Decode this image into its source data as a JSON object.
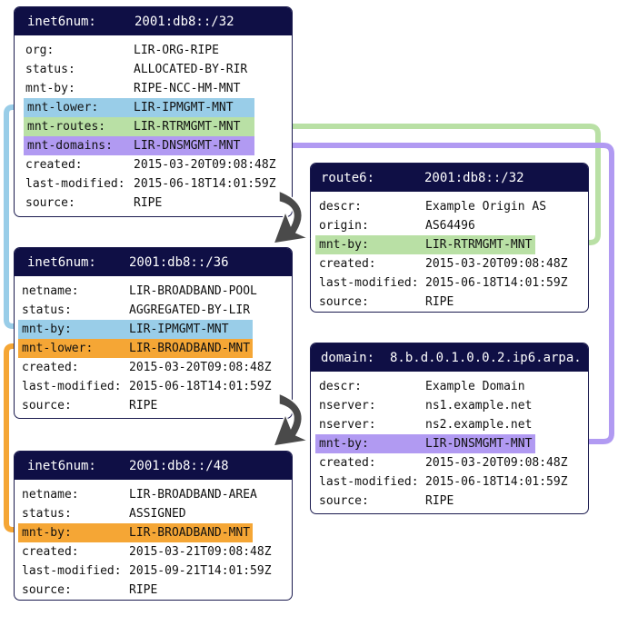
{
  "colors": {
    "header_bg": "#0f0f45",
    "blue": "#99cde8",
    "green": "#b9e0a5",
    "purple": "#b19af2",
    "orange": "#f5a635",
    "arrow": "#4a4a4a"
  },
  "objects": [
    {
      "type": "inet6num:",
      "value": "2001:db8::/32",
      "rows": [
        {
          "key": "org:",
          "value": "LIR-ORG-RIPE"
        },
        {
          "key": "status:",
          "value": "ALLOCATED-BY-RIR"
        },
        {
          "key": "mnt-by:",
          "value": "RIPE-NCC-HM-MNT"
        },
        {
          "key": "mnt-lower:",
          "value": "LIR-IPMGMT-MNT",
          "highlight": "blue"
        },
        {
          "key": "mnt-routes:",
          "value": "LIR-RTRMGMT-MNT",
          "highlight": "green"
        },
        {
          "key": "mnt-domains:",
          "value": "LIR-DNSMGMT-MNT",
          "highlight": "purple"
        },
        {
          "key": "created:",
          "value": "2015-03-20T09:08:48Z"
        },
        {
          "key": "last-modified:",
          "value": "2015-06-18T14:01:59Z"
        },
        {
          "key": "source:",
          "value": "RIPE"
        }
      ]
    },
    {
      "type": "inet6num:",
      "value": "2001:db8::/36",
      "rows": [
        {
          "key": "netname:",
          "value": "LIR-BROADBAND-POOL"
        },
        {
          "key": "status:",
          "value": "AGGREGATED-BY-LIR"
        },
        {
          "key": "mnt-by:",
          "value": "LIR-IPMGMT-MNT",
          "highlight": "blue"
        },
        {
          "key": "mnt-lower:",
          "value": "LIR-BROADBAND-MNT",
          "highlight": "orange"
        },
        {
          "key": "created:",
          "value": "2015-03-20T09:08:48Z"
        },
        {
          "key": "last-modified:",
          "value": "2015-06-18T14:01:59Z"
        },
        {
          "key": "source:",
          "value": "RIPE"
        }
      ]
    },
    {
      "type": "inet6num:",
      "value": "2001:db8::/48",
      "rows": [
        {
          "key": "netname:",
          "value": "LIR-BROADBAND-AREA"
        },
        {
          "key": "status:",
          "value": "ASSIGNED"
        },
        {
          "key": "mnt-by:",
          "value": "LIR-BROADBAND-MNT",
          "highlight": "orange"
        },
        {
          "key": "created:",
          "value": "2015-03-21T09:08:48Z"
        },
        {
          "key": "last-modified:",
          "value": "2015-09-21T14:01:59Z"
        },
        {
          "key": "source:",
          "value": "RIPE"
        }
      ]
    },
    {
      "type": "route6:",
      "value": "2001:db8::/32",
      "rows": [
        {
          "key": "descr:",
          "value": "Example Origin AS"
        },
        {
          "key": "origin:",
          "value": "AS64496"
        },
        {
          "key": "mnt-by:",
          "value": "LIR-RTRMGMT-MNT",
          "highlight": "green"
        },
        {
          "key": "created:",
          "value": "2015-03-20T09:08:48Z"
        },
        {
          "key": "last-modified:",
          "value": "2015-06-18T14:01:59Z"
        },
        {
          "key": "source:",
          "value": "RIPE"
        }
      ]
    },
    {
      "type": "domain:",
      "value": "8.b.d.0.1.0.0.2.ip6.arpa.",
      "rows": [
        {
          "key": "descr:",
          "value": "Example Domain"
        },
        {
          "key": "nserver:",
          "value": "ns1.example.net"
        },
        {
          "key": "nserver:",
          "value": "ns2.example.net"
        },
        {
          "key": "mnt-by:",
          "value": "LIR-DNSMGMT-MNT",
          "highlight": "purple"
        },
        {
          "key": "created:",
          "value": "2015-03-20T09:08:48Z"
        },
        {
          "key": "last-modified:",
          "value": "2015-06-18T14:01:59Z"
        },
        {
          "key": "source:",
          "value": "RIPE"
        }
      ]
    }
  ]
}
